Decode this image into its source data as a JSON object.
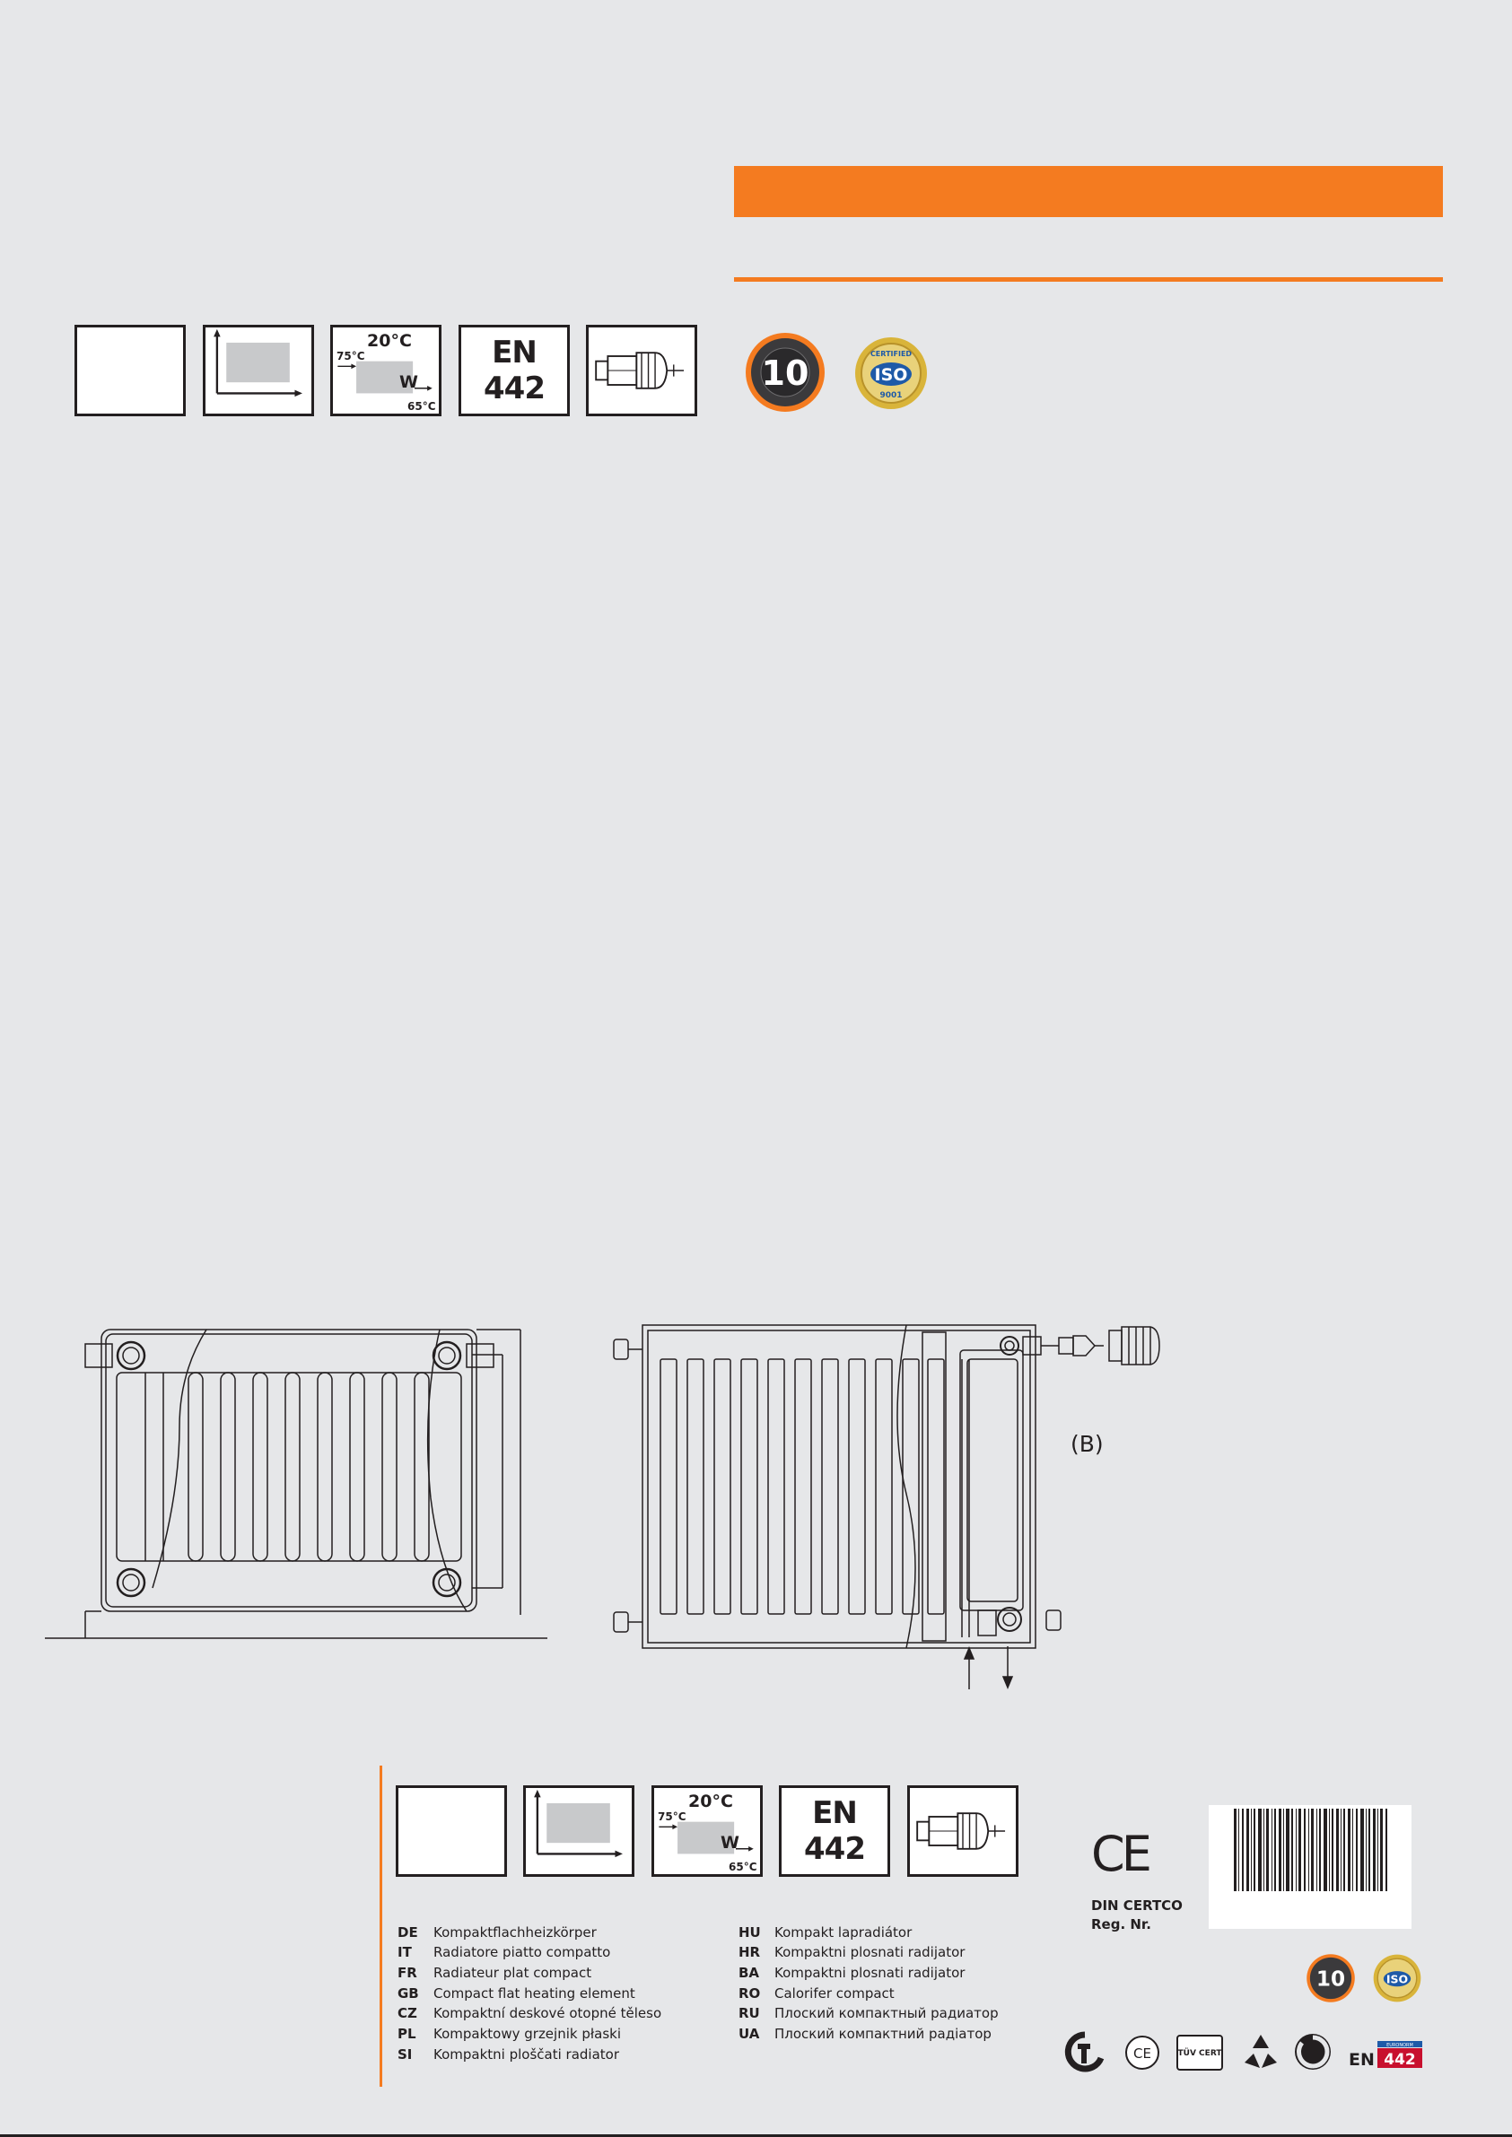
{
  "top_icons": {
    "temp_room": "20°C",
    "temp_flow": "75°C",
    "temp_return": "65°C",
    "power_unit": "W",
    "standard_label": "EN 442"
  },
  "badges": {
    "warranty_number": "10",
    "iso_label": "ISO",
    "iso_top": "CERTIFIED",
    "iso_bottom": "9001"
  },
  "diagram": {
    "connection_label": "(B)"
  },
  "bottom_icons": {
    "temp_room": "20°C",
    "temp_flow": "75°C",
    "temp_return": "65°C",
    "power_unit": "W",
    "standard_label": "EN 442"
  },
  "languages_left": [
    {
      "code": "DE",
      "text": "Kompaktflachheizkörper"
    },
    {
      "code": "IT",
      "text": "Radiatore piatto compatto"
    },
    {
      "code": "FR",
      "text": "Radiateur plat compact"
    },
    {
      "code": "GB",
      "text": "Compact flat heating element"
    },
    {
      "code": "CZ",
      "text": "Kompaktní deskové otopné těleso"
    },
    {
      "code": "PL",
      "text": "Kompaktowy grzejnik płaski"
    },
    {
      "code": "SI",
      "text": "Kompaktni ploščati radiator"
    }
  ],
  "languages_right": [
    {
      "code": "HU",
      "text": "Kompakt lapradiátor"
    },
    {
      "code": "HR",
      "text": "Kompaktni plosnati radijator"
    },
    {
      "code": "BA",
      "text": "Kompaktni plosnati radijator"
    },
    {
      "code": "RO",
      "text": "Calorifer compact"
    },
    {
      "code": "RU",
      "text": "Плоский компактный радиатор"
    },
    {
      "code": "UA",
      "text": "Плоский компактний радіатор"
    }
  ],
  "certification": {
    "ce_mark": "CE",
    "din_line1": "DIN CERTCO",
    "din_line2": "Reg. Nr."
  },
  "footer_logos": {
    "warranty_number": "10",
    "iso_label": "ISO",
    "tuv_label": "TÜV CERT",
    "ce_small": "CE",
    "en_prefix": "EN",
    "en_number": "442",
    "euronorm": "EURONORM"
  },
  "colors": {
    "accent": "#f47b20",
    "background": "#e6e7e9",
    "ink": "#231f20"
  }
}
